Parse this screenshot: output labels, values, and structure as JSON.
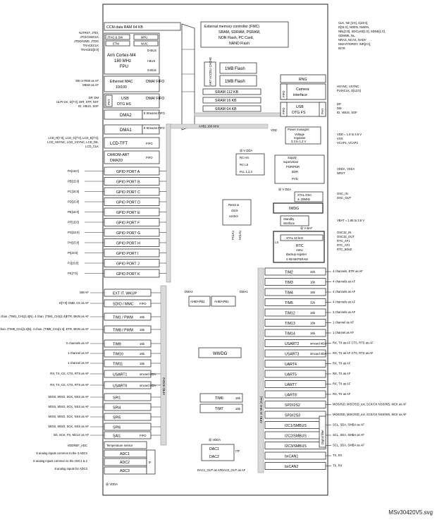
{
  "diagram": {
    "ccm": "CCM data RAM 64 KB",
    "fmc": [
      "External memory controller (FMC)",
      "SRAM, SDRAM, PSRAM,",
      "NOR Flash, PC Card,",
      "NAND Flash"
    ],
    "core": {
      "jtag": "JTAG & SW",
      "mpu": "MPU",
      "etm": "ETM",
      "nvic": "NVIC",
      "name": [
        "Arm Cortex-M4",
        "180 MHz",
        "FPU"
      ],
      "dbus": "D-BUS",
      "ibus": "I-BUS",
      "sbus": "S-BUS"
    },
    "flash": [
      "1MB Flash",
      "1MB Flash"
    ],
    "accel": "ART ACCEL/ CACHE",
    "sram": [
      "SRAM 112 KB",
      "SRAM 16 KB",
      "SRAM 64 KB"
    ],
    "ahb_bus": "AHB2 180 MHz",
    "ahb1_bus": "AHB1 180 MHz",
    "masters": {
      "eth": [
        "Ethernet MAC",
        "10/100"
      ],
      "dma_fifo": "DMA/ FIFO",
      "usbhs": [
        "USB",
        "OTG HS"
      ],
      "phy": "PHY",
      "dma2": "DMA2",
      "dma1": "DMA1",
      "streams": "8 Streams FIFO",
      "lcd": "LCD-TFT",
      "fifo": "FIFO",
      "chrom": [
        "CHROM-ART",
        "DMA2D"
      ]
    },
    "right_top": {
      "rng": "RNG",
      "camera": [
        "Camera",
        "interface"
      ],
      "usbfs": [
        "USB",
        "OTG FS"
      ],
      "fifo": "FIFO",
      "phy": "PHY",
      "power": [
        "Power managmt",
        "Voltage",
        "regulator",
        "3.3 to 1.2 V"
      ],
      "vdd": "VDD",
      "supply": [
        "Supply",
        "supervision",
        "POR/PDR",
        "BOR",
        "PVD"
      ],
      "vdda": "@ V DDA",
      "osc": [
        "XTAL OSC",
        "4- 26MHz"
      ],
      "iwdg": "IWDG",
      "standby": [
        "Standby",
        "interface"
      ],
      "rtc": [
        "RTC",
        "AWU",
        "Backup register",
        "4 KB BKPSRAM"
      ],
      "xtal32": "XTAL 32 kHz",
      "ls": "LS",
      "vbat": "@ V BAT",
      "rc": [
        "RC HS",
        "RC LS",
        "PLL 1,2,3"
      ],
      "vddavdd": "@ V DDA",
      "reset": [
        "Reset &",
        "clock",
        "control"
      ],
      "pclk": "PCLKx",
      "hclk": "HCLKx"
    },
    "gpio": [
      "GPIO PORT A",
      "GPIO PORT B",
      "GPIO PORT C",
      "GPIO PORT D",
      "GPIO PORT E",
      "GPIO PORT F",
      "GPIO PORT G",
      "GPIO PORT H",
      "GPIO PORT I",
      "GPIO PORT J",
      "GPIO PORT K"
    ],
    "gpio_pins": [
      "PA[15:0]",
      "PB[15:0]",
      "PC[15:0]",
      "PD[15:0]",
      "PE[15:0]",
      "PF[15:0]",
      "PG[15:0]",
      "PH[15:0]",
      "PI[15:0]",
      "PJ[15:0]",
      "PK[7:0]"
    ],
    "left_apb": [
      {
        "label": "EXT IT. WKUP",
        "side": ""
      },
      {
        "label": "SDIO / MMC",
        "side": "FIFO"
      },
      {
        "label": "TIM1 / PWM",
        "side": "16b"
      },
      {
        "label": "TIM8 / PWM",
        "side": "16b"
      },
      {
        "label": "TIM9",
        "side": "16b"
      },
      {
        "label": "TIM10",
        "side": "16b"
      },
      {
        "label": "TIM11",
        "side": "16b"
      },
      {
        "label": "USART1",
        "side": "smcard irDA"
      },
      {
        "label": "USART6",
        "side": "smcard irDA"
      },
      {
        "label": "SPI1",
        "side": ""
      },
      {
        "label": "SPI4",
        "side": ""
      },
      {
        "label": "SPI5",
        "side": ""
      },
      {
        "label": "SPI6",
        "side": ""
      },
      {
        "label": "SAI1",
        "side": "FIFO"
      }
    ],
    "left_pins": [
      "168 AF",
      "D[7:0] CMD, CK as AF",
      "4 compl. chan. (TIM1_CH1[1:4]N), 4 chan. (TIM1_CH1[1:4]ETR, BKIN as AF",
      "4 compl. chan. (TIM8_CH1[1:4]N), 4 chan. (TIM8_CH1[1:4], ETR, BKIN as AF",
      "2 channels as AF",
      "1 channel as AF",
      "1 channel as AF",
      "RX, TX, CK, CTS, RTS as AF",
      "RX, TX, CK, CTS, RTS as AF",
      "MOSI, MISO, SCK, NSS as AF",
      "MOSI, MISO, SCK, NSS as AF",
      "MOSI, MISO, SCK, NSS as AF",
      "MOSI, MISO, SCK, NSS as AF",
      "SD, SCK, FS, MCLK as AF"
    ],
    "temp": "Temperature sensor",
    "adc": [
      "ADC1",
      "ADC2",
      "ADC3"
    ],
    "if": "IF",
    "adc_pins": [
      "VDDREF_ADC",
      "8 analog inputs common to the 3 ADCs",
      "8 analog inputs common to the ADC1 & 2",
      "8 analog inputs for ADC3"
    ],
    "vdda_bottom": "@ VDDA",
    "apb2": "APB2 90MHz",
    "apb1": "APB1 45 MHz (max)",
    "ahbapb2": "AHB/APB2",
    "ahbapb1": "AHB/APB1",
    "dma_lbl": "DMA2",
    "dma1_lbl": "DMA1",
    "wwdg": "WWDG",
    "tim6": "TIM6",
    "tim7": "TIM7",
    "b16": "16b",
    "dac": [
      "DAC1",
      "DAC2"
    ],
    "itf": "ITF",
    "dac_out": [
      "DAC1_OUT as AF",
      "DAC2_OUT as AF"
    ],
    "right_apb": [
      {
        "label": "TIM2",
        "side": "32b"
      },
      {
        "label": "TIM3",
        "side": "16b"
      },
      {
        "label": "TIM4",
        "side": "16b"
      },
      {
        "label": "TIM5",
        "side": "32b"
      },
      {
        "label": "TIM12",
        "side": "16b"
      },
      {
        "label": "TIM13",
        "side": "16b"
      },
      {
        "label": "TIM14",
        "side": "16b"
      },
      {
        "label": "USART2",
        "side": "smcard irDA"
      },
      {
        "label": "USART3",
        "side": "smcard irDA"
      },
      {
        "label": "UART4",
        "side": ""
      },
      {
        "label": "UART5",
        "side": ""
      },
      {
        "label": "UART7",
        "side": ""
      },
      {
        "label": "UART8",
        "side": ""
      },
      {
        "label": "SP2/I2S2",
        "side": ""
      },
      {
        "label": "SP3/I2S3",
        "side": ""
      },
      {
        "label": "I2C1/SMBUS",
        "side": ""
      },
      {
        "label": "I2C2/SMBUS",
        "side": ""
      },
      {
        "label": "I2C3/SMBUS",
        "side": ""
      },
      {
        "label": "bxCAN1",
        "side": ""
      },
      {
        "label": "bxCAN2",
        "side": ""
      }
    ],
    "right_pins": [
      "4 channels, ETR as AF",
      "4 channels as AF",
      "4 channels as AF",
      "4 channels as AF",
      "2 channels as AF",
      "1 channel as AF",
      "1 channel as AF",
      "RX, TX as AF CTS, RTS as AF",
      "RX, TX as AF CTS, RTS as AF",
      "RX, TX as AF",
      "RX, TX as AF",
      "RX, TX as AF",
      "RX, TX as AF",
      "MOSI/SD, MISO/SD_ext, SCK/CK NSS/WS, MCK as AF",
      "MOSI/SD, MISO/SD_ext, SCK/CK NSS/WS, MCK as AF",
      "SCL, SDA, SMBA as AF",
      "SCL, SDA, SMBA as AF",
      "SCL, SDA, SMBA as AF",
      "TX, RX",
      "TX, RX"
    ],
    "digital_filter": "Digital filter",
    "top_left_pins": [
      "NJTRST, JTDI,",
      "JTCK/SWCLK",
      "JTDO/SWD, JTDO",
      "TRACECLK",
      "TRACED[3:0]"
    ],
    "eth_pins": [
      "MII or RMII as AF",
      "MDIO as AF"
    ],
    "usbhs_pins": [
      "DP, DM",
      "ULPI:CK, D[7:0], DIR, STP, NXT",
      "ID, VBUS, SOF"
    ],
    "lcd_pins": [
      "LCD_R[7:0], LCD_G[7:0], LCD_B[7:0],",
      "LCD_HSYNC, LCD_VSYNC, LCD_DE,",
      "LCD_CLK"
    ],
    "fmc_pins": [
      "CLK, NE [3:0], A[23:0],",
      "D[31:0], NOEN, NWEN,",
      "NBL[3:0], SDCLKE[1:0], SDNE[1:0],",
      "SDNWE, NL,",
      "NRAS, NCAS, NADV",
      "NWAIT/IORDY, INR[2:0],",
      "INTR"
    ],
    "cam_pins": [
      "HSYNC, VSYNC",
      "PUIXCLK, D[13:0]"
    ],
    "usbfs_pins": [
      "DP",
      "DM",
      "ID, VBUS, SOF"
    ],
    "pwr_pins": [
      "VDD = 1.8 to 3.6 V",
      "VSS",
      "VCAP1, VCAP2"
    ],
    "supply_pins": [
      "VDDA, VSSA",
      "NRST"
    ],
    "osc_pins": [
      "OSC_IN",
      "OSC_OUT"
    ],
    "vbat_pins": [
      "VBAT = 1.65 to 3.6 V"
    ],
    "rtc_pins": [
      "OSC32_IN",
      "OSC32_OUT",
      "RTC_AF1",
      "RTC_AF1",
      "RTC_50HZ"
    ],
    "footer": "MSv30420V5.svg"
  }
}
